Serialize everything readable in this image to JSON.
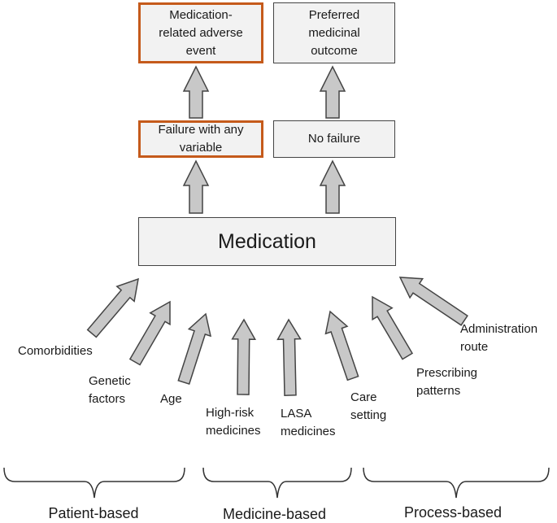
{
  "top_left": "Medication-\nrelated adverse\nevent",
  "top_right": "Preferred\nmedicinal\noutcome",
  "mid_left": "Failure with any\nvariable",
  "mid_right": "No failure",
  "center": "Medication",
  "factors": [
    "Comorbidities",
    "Genetic\nfactors",
    "Age",
    "High-risk\nmedicines",
    "LASA\nmedicines",
    "Care\nsetting",
    "Prescribing\npatterns",
    "Administration\nroute"
  ],
  "groups": [
    "Patient-based",
    "Medicine-based",
    "Process-based"
  ],
  "colors": {
    "highlight_border": "#c55a1b",
    "box_fill": "#f2f2f2",
    "arrow_fill": "#c8c8c8",
    "stroke": "#444444"
  }
}
